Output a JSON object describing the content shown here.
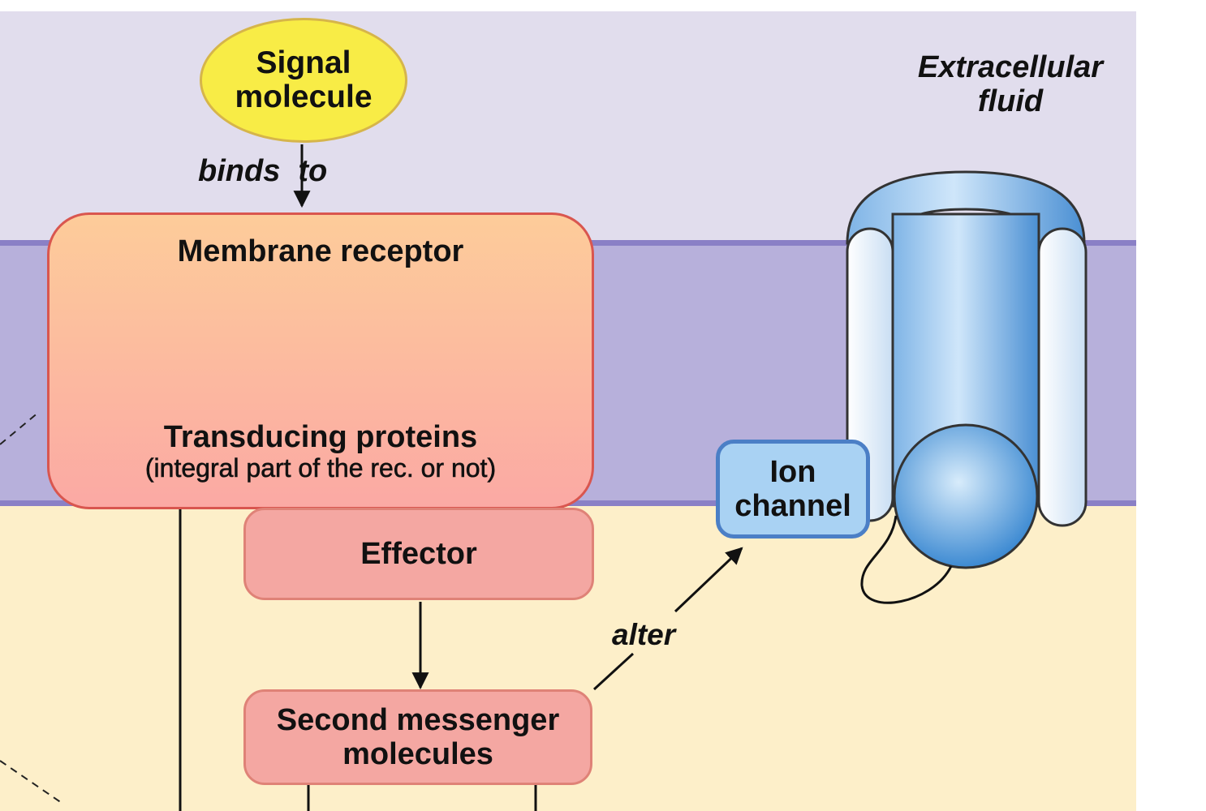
{
  "regions": {
    "extracellular_label": [
      "Extracellular",
      "fluid"
    ]
  },
  "nodes": {
    "signal": [
      "Signal",
      "molecule"
    ],
    "receptor": "Membrane receptor",
    "transducing": "Transducing proteins",
    "transducing_sub": "(integral part of the rec. or not)",
    "effector": "Effector",
    "second_messenger": [
      "Second messenger",
      "molecules"
    ],
    "ion_channel": [
      "Ion",
      "channel"
    ]
  },
  "edge_labels": {
    "binds": "binds",
    "to": "to",
    "alter": "alter"
  },
  "colors": {
    "extracellular": "#e1dded",
    "membrane": "#b7b0db",
    "intracellular": "#fdefc9",
    "signal_fill": "#f8ec46",
    "receptor_fill": "#fba9a4",
    "effector_fill": "#f4a7a2",
    "ion_channel_fill": "#a9d2f3"
  }
}
